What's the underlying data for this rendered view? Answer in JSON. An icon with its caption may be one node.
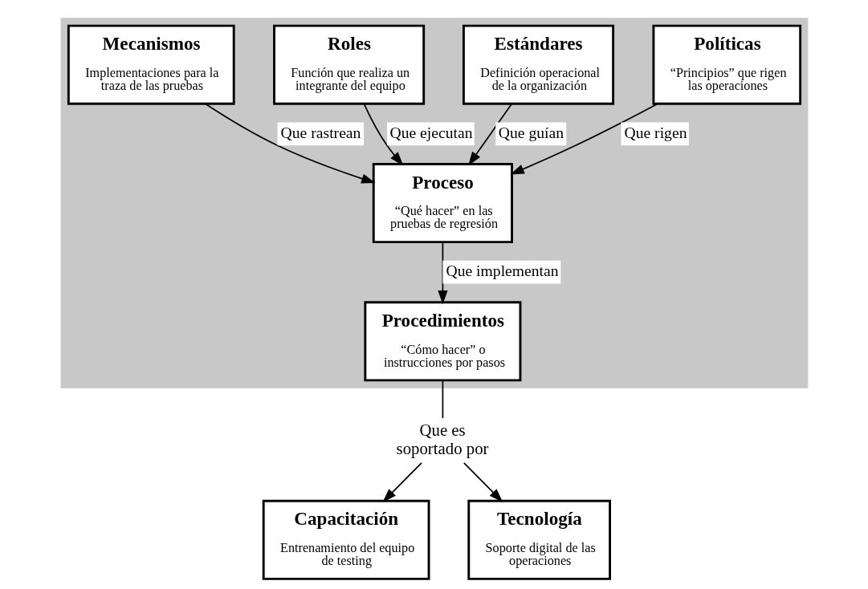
{
  "diagram": {
    "nodes": [
      {
        "text": [],
        "shape": "box"
      },
      {
        "text": [
          "Políticas",
          "“Principios” que rigen las operaciones"
        ],
        "in": 0
      },
      {
        "text": [
          "Estándares",
          "Definición operacional de la organización"
        ],
        "in": 0
      },
      {
        "text": [
          "Roles",
          "Función que realiza un integrante del equipo"
        ],
        "in": 0
      },
      {
        "text": [
          "Proceso",
          "“Qué hacer” en las pruebas de regresión"
        ],
        "in": 0
      },
      {
        "text": [
          "Mecanismos",
          "Implementaciones para la traza de las pruebas"
        ],
        "in": 0
      },
      {
        "text": [
          "Procedimientos",
          "“Cómo hacer” o instrucciones por pasos"
        ],
        "in": 0
      },
      {
        "text": [
          "Capacitación",
          "Entrenamiento del equipo de testing"
        ]
      },
      {
        "text": [
          "Que es soportado por"
        ]
      },
      {
        "text": [
          "Tecnología",
          "Soporte digital de las operaciones"
        ]
      }
    ],
    "edges": [
      {
        "from": 1,
        "to": 4,
        "arrow": "to",
        "label": "Que rigen"
      },
      {
        "from": 2,
        "to": 4,
        "arrow": "to",
        "label": "Que guían"
      },
      {
        "from": 3,
        "to": 4,
        "arrow": "to",
        "label": "Que ejecutan"
      },
      {
        "from": 5,
        "to": 4,
        "arrow": "to",
        "label": "Que rastrean"
      },
      {
        "from": 4,
        "to": 6,
        "arrow": "to",
        "label": "Que implementan"
      },
      {
        "from": 6,
        "to": 8,
        "arrow": "none"
      },
      {
        "from": 8,
        "to": 7,
        "arrow": "to"
      },
      {
        "from": 8,
        "to": 9,
        "arrow": "to"
      }
    ]
  }
}
